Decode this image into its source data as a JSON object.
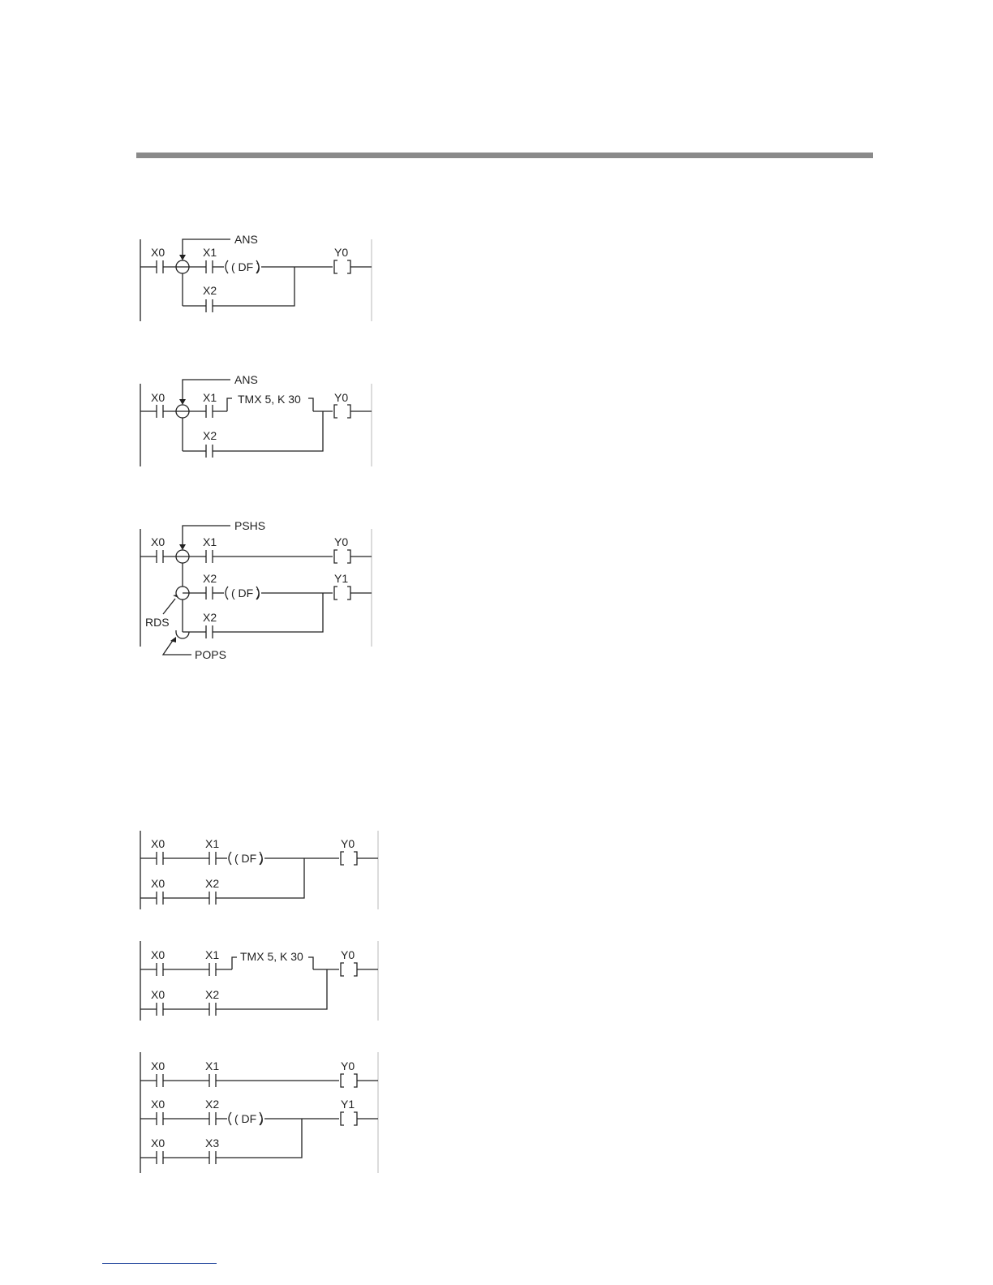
{
  "colors": {
    "header_rule": "#8a8a8a",
    "footer_link_rule": "#3a5ba8",
    "ink": "#222222"
  },
  "diagrams": [
    {
      "id": "ans-df",
      "callout": "ANS",
      "contacts": [
        "X0",
        "X1",
        "X2"
      ],
      "instruction": "( DF )",
      "output": "Y0"
    },
    {
      "id": "ans-tmx",
      "callout": "ANS",
      "contacts": [
        "X0",
        "X1",
        "X2"
      ],
      "instruction": "TMX 5, K 30",
      "output": "Y0"
    },
    {
      "id": "pshs-rds-pops",
      "callouts": [
        "PSHS",
        "RDS",
        "POPS"
      ],
      "contacts": [
        "X0",
        "X1",
        "X2",
        "X2"
      ],
      "instruction": "( DF )",
      "outputs": [
        "Y0",
        "Y1"
      ]
    },
    {
      "id": "expanded-df",
      "rows": [
        [
          "X0",
          "X1"
        ],
        [
          "X0",
          "X2"
        ]
      ],
      "instruction": "( DF )",
      "output": "Y0"
    },
    {
      "id": "expanded-tmx",
      "rows": [
        [
          "X0",
          "X1"
        ],
        [
          "X0",
          "X2"
        ]
      ],
      "instruction": "TMX 5, K 30",
      "output": "Y0"
    },
    {
      "id": "expanded-multi",
      "rows": [
        [
          "X0",
          "X1"
        ],
        [
          "X0",
          "X2"
        ],
        [
          "X0",
          "X3"
        ]
      ],
      "instruction": "( DF )",
      "outputs": [
        "Y0",
        "Y1"
      ]
    }
  ]
}
